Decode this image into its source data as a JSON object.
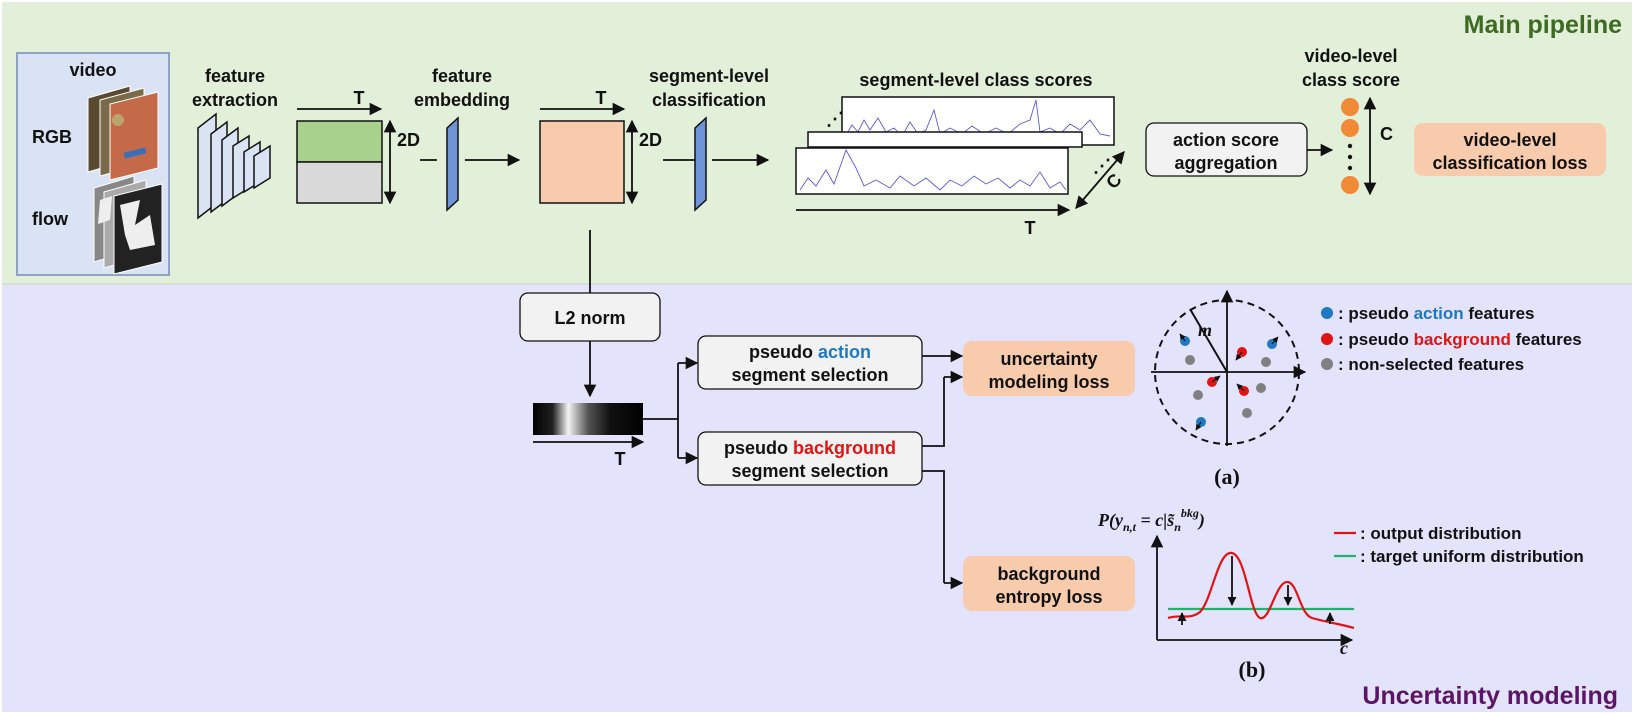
{
  "sections": {
    "main_pipeline": "Main pipeline",
    "uncertainty_modeling": "Uncertainty modeling"
  },
  "video": {
    "title": "video",
    "rgb": "RGB",
    "flow": "flow"
  },
  "labels": {
    "feature_extraction_1": "feature",
    "feature_extraction_2": "extraction",
    "feature_embedding_1": "feature",
    "feature_embedding_2": "embedding",
    "segment_level_1": "segment-level",
    "segment_level_2": "classification",
    "segment_scores": "segment-level class scores",
    "video_score_1": "video-level",
    "video_score_2": "class score",
    "T": "T",
    "twoD": "2D",
    "C": "C"
  },
  "boxes": {
    "aggregation_1": "action score",
    "aggregation_2": "aggregation",
    "video_loss_1": "video-level",
    "video_loss_2": "classification loss",
    "l2norm": "L2 norm",
    "pa_pre": "pseudo ",
    "pa_colored": "action",
    "pa_2": "segment selection",
    "pb_pre": "pseudo ",
    "pb_colored": "background",
    "pb_2": "segment selection",
    "uncertainty_1": "uncertainty",
    "uncertainty_2": "modeling loss",
    "entropy_1": "background",
    "entropy_2": "entropy loss"
  },
  "legend_a": {
    "action_pre": ": pseudo ",
    "action_colored": "action",
    "action_post": " features",
    "bkg_pre": ": pseudo ",
    "bkg_colored": "background",
    "bkg_post": " features",
    "nonsel": ": non-selected features",
    "m": "m",
    "caption": "(a)"
  },
  "legend_b": {
    "output": ": output distribution",
    "target": ": target uniform distribution",
    "formula": "P(y",
    "formula_sub": "n,t",
    "formula_mid": " = c|s̃",
    "formula_subn": "n",
    "formula_sup": "bkg",
    "formula_end": ")",
    "c": "c",
    "caption": "(b)"
  },
  "colors": {
    "main_bg": "#e2efd9",
    "uncert_bg": "#e3e3fb",
    "main_title": "#3d6b22",
    "uncert_title": "#5b1466",
    "action_blue": "#1f78c1",
    "bkg_red": "#e11414",
    "gray_dot": "#808080",
    "orange_box": "#f8cbad",
    "green_block": "#a9d18e",
    "gray_block": "#d9d9d9",
    "peach_block": "#f8cbad",
    "embed_blue": "#6f95d8",
    "video_box_bg": "#dae3f3",
    "orange_dot": "#f08a36",
    "green_line": "#21b26b",
    "score_line": "#5a5ad6"
  }
}
